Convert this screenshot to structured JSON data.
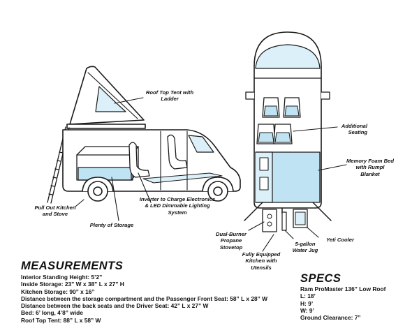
{
  "callouts": {
    "roof_tent": "Roof Top Tent with Ladder",
    "additional_seating": "Additional Seating",
    "memory_foam": "Memory Foam Bed with Rumpl Blanket",
    "pull_out_kitchen": "Pull Out Kitchen and Stove",
    "inverter": "Inverter to Charge Electronics & LED Dimmable Lighting System",
    "storage": "Plenty of Storage",
    "dual_burner": "Dual-Burner Propane Stovetop",
    "water_jug": "5-gallon Water Jug",
    "yeti_cooler": "Yeti Cooler",
    "kitchen_utensils": "Fully Equipped Kitchen with Utensils"
  },
  "measurements": {
    "heading": "MEASUREMENTS",
    "items": [
      "Interior Standing Height: 5’2”",
      "Inside Storage: 23” W x 38” L x 27” H",
      "Kitchen Storage: 90” x 16”",
      "Distance between the storage compartment and the Passenger Front Seat: 58” L x 28” W",
      "Distance between the back seats and the Driver Seat: 42” L x 27” W",
      "Bed: 6’ long, 4’8” wide",
      "Roof Top Tent: 88” L x 58” W"
    ]
  },
  "specs": {
    "heading": "SPECS",
    "items": [
      "Ram ProMaster 136” Low Roof",
      "L: 18’",
      "H: 9’",
      "W: 9’",
      "Ground Clearance: 7”"
    ]
  },
  "colors": {
    "line": "#1a1a1a",
    "accent_blue": "#bfe3f3",
    "light_blue": "#dcf0f9",
    "grey": "#555555"
  }
}
